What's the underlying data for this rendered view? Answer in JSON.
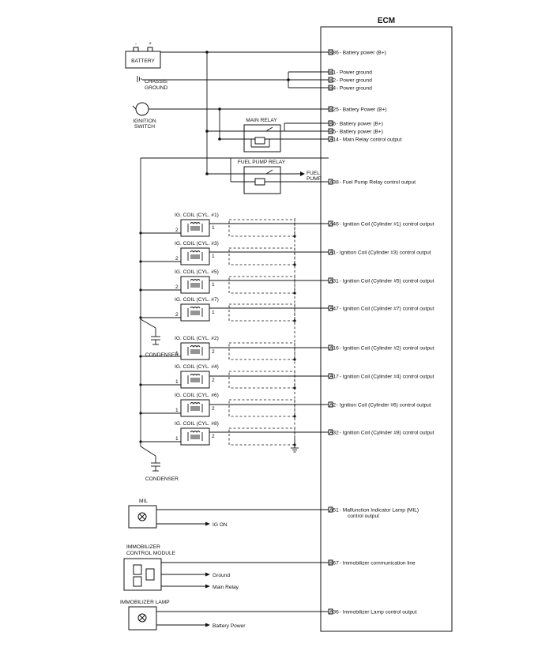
{
  "ecm": {
    "title": "ECM",
    "pins": [
      {
        "code": "K86",
        "label": "Battery power (B+)"
      },
      {
        "code": "K1",
        "label": "Power ground"
      },
      {
        "code": "K2",
        "label": "Power ground"
      },
      {
        "code": "K4",
        "label": "Power ground"
      },
      {
        "code": "K25",
        "label": "Battery Power (B+)"
      },
      {
        "code": "K6",
        "label": "Battery power (B+)"
      },
      {
        "code": "K5",
        "label": "Battery power (B+)"
      },
      {
        "code": "A14",
        "label": "Main Relay control output"
      },
      {
        "code": "A38",
        "label": "Fuel Pump Relay control output"
      },
      {
        "code": "A46",
        "label": "Ignition Coil (Cylinder #1) control output"
      },
      {
        "code": "A1",
        "label": "Ignition Coil (Cylinder #3) control output"
      },
      {
        "code": "A31",
        "label": "Ignition Coil (Cylinder #5) control output"
      },
      {
        "code": "A47",
        "label": "Ignition Coil (Cylinder #7) control output"
      },
      {
        "code": "A16",
        "label": "Ignition Coil (Cylinder #2) control output"
      },
      {
        "code": "A17",
        "label": "Ignition Coil (Cylinder #4) control output"
      },
      {
        "code": "A2",
        "label": "Ignition Coil (Cylinder #6) control output"
      },
      {
        "code": "A32",
        "label": "Ignition Coil (Cylinder #8) control output"
      },
      {
        "code": "A51",
        "label": "Malfunction Indicator Lamp (MIL)",
        "label2": "control output"
      },
      {
        "code": "K67",
        "label": "Immobilizer communication line"
      },
      {
        "code": "A36",
        "label": "Immobilizer Lamp control output"
      }
    ]
  },
  "components": {
    "battery": {
      "label": "BATTERY",
      "minus": "-",
      "plus": "+"
    },
    "chassis_ground": {
      "line1": "CHASSIS",
      "line2": "GROUND"
    },
    "ignition_switch": {
      "line1": "IGNITION",
      "line2": "SWITCH"
    },
    "main_relay": {
      "label": "MAIN RELAY"
    },
    "fuel_pump_relay": {
      "label": "FUEL PUMP RELAY"
    },
    "fuel_pump": {
      "line1": "FUEL",
      "line2": "PUMP"
    },
    "condenser": {
      "label": "CONDENSER"
    },
    "mil": {
      "label": "MIL",
      "out": "IG ON"
    },
    "immobilizer": {
      "line1": "IMMOBILIZER",
      "line2": "CONTROL MODULE",
      "out1": "Ground",
      "out2": "Main Relay"
    },
    "immobilizer_lamp": {
      "label": "IMMOBILIZER LAMP",
      "out": "Battery Power"
    }
  },
  "coils": [
    {
      "label": "IG. COIL (CYL. #1)",
      "left": "2",
      "right": "1"
    },
    {
      "label": "IG. COIL (CYL. #3)",
      "left": "2",
      "right": "1"
    },
    {
      "label": "IG. COIL (CYL. #5)",
      "left": "2",
      "right": "1"
    },
    {
      "label": "IG. COIL (CYL. #7)",
      "left": "2",
      "right": "1"
    },
    {
      "label": "IG. COIL (CYL. #2)",
      "left": "1",
      "right": "2"
    },
    {
      "label": "IG. COIL (CYL. #4)",
      "left": "1",
      "right": "2"
    },
    {
      "label": "IG. COIL (CYL. #6)",
      "left": "1",
      "right": "2"
    },
    {
      "label": "IG. COIL (CYL. #8)",
      "left": "1",
      "right": "2"
    }
  ]
}
